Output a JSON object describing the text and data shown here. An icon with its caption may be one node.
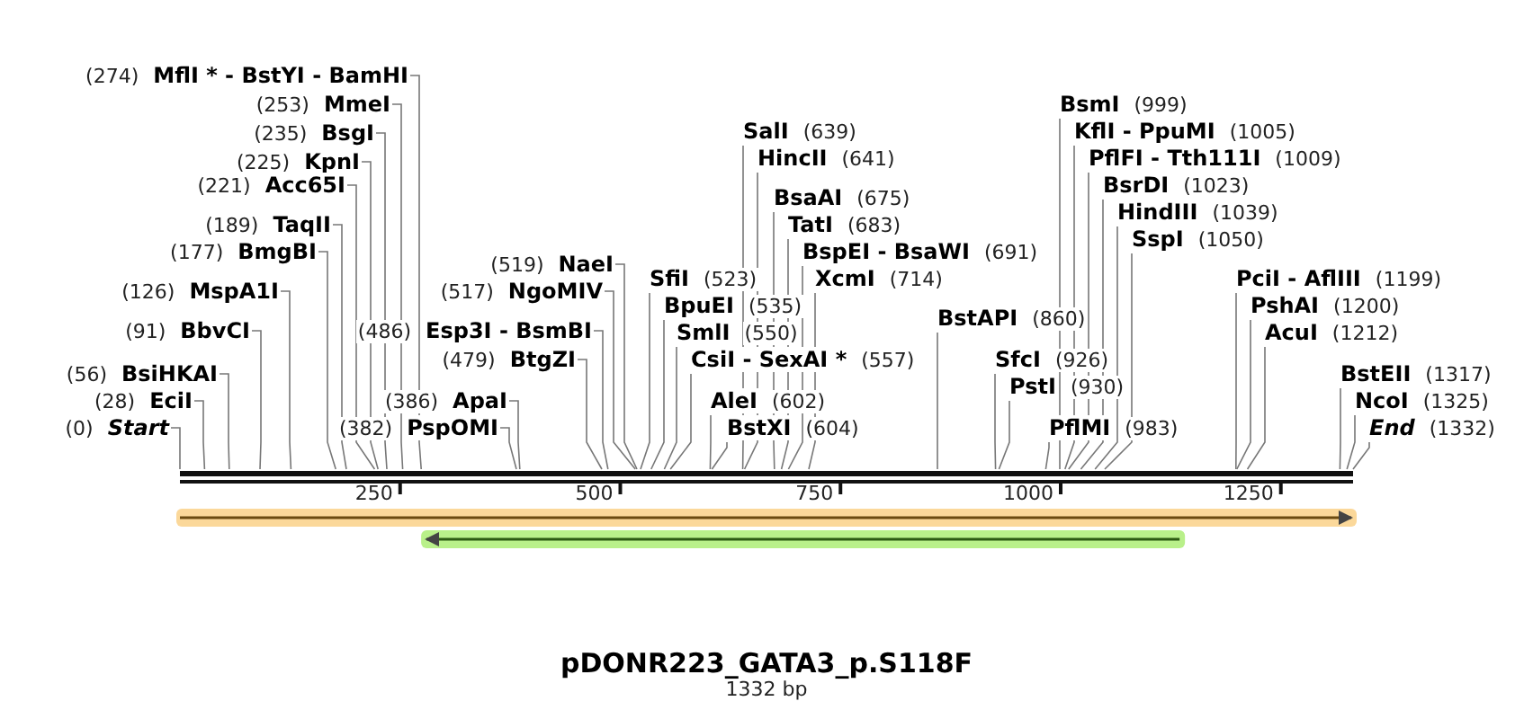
{
  "diagram": {
    "title": "pDONR223_GATA3_p.S118F",
    "caption": "1332 bp",
    "nodes": [
      {
        "text": [
          "(274)",
          "MflI * - BstYI - BamHI"
        ]
      },
      {
        "text": [
          "(253)",
          "MmeI"
        ]
      },
      {
        "text": [
          "(235)",
          "BsgI"
        ]
      },
      {
        "text": [
          "(225)",
          "KpnI"
        ]
      },
      {
        "text": [
          "(221)",
          "Acc65I"
        ]
      },
      {
        "text": [
          "(189)",
          "TaqII"
        ]
      },
      {
        "text": [
          "(177)",
          "BmgBI"
        ]
      },
      {
        "text": [
          "(126)",
          "MspA1I"
        ]
      },
      {
        "text": [
          "(91)",
          "BbvCI"
        ]
      },
      {
        "text": [
          "(56)",
          "BsiHKAI"
        ]
      },
      {
        "text": [
          "(28)",
          "EciI"
        ]
      },
      {
        "text": [
          "(0)",
          "Start"
        ]
      },
      {
        "text": [
          "(486)",
          "Esp3I - BsmBI"
        ]
      },
      {
        "text": [
          "(479)",
          "BtgZI"
        ]
      },
      {
        "text": [
          "(386)",
          "ApaI"
        ]
      },
      {
        "text": [
          "(382)",
          "PspOMI"
        ]
      },
      {
        "text": [
          "(519)",
          "NaeI"
        ]
      },
      {
        "text": [
          "(517)",
          "NgoMIV"
        ]
      },
      {
        "text": [
          "SalI",
          "(639)"
        ]
      },
      {
        "text": [
          "HincII",
          "(641)"
        ]
      },
      {
        "text": [
          "BsaAI",
          "(675)"
        ]
      },
      {
        "text": [
          "TatI",
          "(683)"
        ]
      },
      {
        "text": [
          "BspEI - BsaWI",
          "(691)"
        ]
      },
      {
        "text": [
          "XcmI",
          "(714)"
        ]
      },
      {
        "text": [
          "SfiI",
          "(523)"
        ]
      },
      {
        "text": [
          "BpuEI",
          "(535)"
        ]
      },
      {
        "text": [
          "SmlI",
          "(550)"
        ]
      },
      {
        "text": [
          "CsiI - SexAI *",
          "(557)"
        ]
      },
      {
        "text": [
          "AleI",
          "(602)"
        ]
      },
      {
        "text": [
          "BstXI",
          "(604)"
        ]
      },
      {
        "text": [
          "BstAPI",
          "(860)"
        ]
      },
      {
        "text": [
          "SfcI",
          "(926)"
        ]
      },
      {
        "text": [
          "PstI",
          "(930)"
        ]
      },
      {
        "text": [
          "PflMI",
          "(983)"
        ]
      },
      {
        "text": [
          "BsmI",
          "(999)"
        ]
      },
      {
        "text": [
          "KflI - PpuMI",
          "(1005)"
        ]
      },
      {
        "text": [
          "PflFI - Tth111I",
          "(1009)"
        ]
      },
      {
        "text": [
          "BsrDI",
          "(1023)"
        ]
      },
      {
        "text": [
          "HindIII",
          "(1039)"
        ]
      },
      {
        "text": [
          "SspI",
          "(1050)"
        ]
      },
      {
        "text": [
          "PciI - AflIII",
          "(1199)"
        ]
      },
      {
        "text": [
          "PshAI",
          "(1200)"
        ]
      },
      {
        "text": [
          "AcuI",
          "(1212)"
        ]
      },
      {
        "text": [
          "BstEII",
          "(1317)"
        ]
      },
      {
        "text": [
          "NcoI",
          "(1325)"
        ]
      },
      {
        "text": [
          "End",
          "(1332)"
        ]
      }
    ],
    "edges": [
      {
        "from": 0,
        "to": null,
        "arrow": "none"
      },
      {
        "from": 1,
        "to": null,
        "arrow": "none"
      },
      {
        "from": 2,
        "to": null,
        "arrow": "none"
      },
      {
        "from": 3,
        "to": null,
        "arrow": "none"
      },
      {
        "from": 4,
        "to": null,
        "arrow": "none"
      },
      {
        "from": 5,
        "to": null,
        "arrow": "none"
      },
      {
        "from": 6,
        "to": null,
        "arrow": "none"
      },
      {
        "from": 7,
        "to": null,
        "arrow": "none"
      },
      {
        "from": 8,
        "to": null,
        "arrow": "none"
      },
      {
        "from": 9,
        "to": null,
        "arrow": "none"
      },
      {
        "from": 10,
        "to": null,
        "arrow": "none"
      },
      {
        "from": 11,
        "to": null,
        "arrow": "none"
      },
      {
        "from": 12,
        "to": null,
        "arrow": "none"
      },
      {
        "from": 13,
        "to": null,
        "arrow": "none"
      },
      {
        "from": 14,
        "to": null,
        "arrow": "none"
      },
      {
        "from": 15,
        "to": null,
        "arrow": "none"
      },
      {
        "from": 16,
        "to": null,
        "arrow": "none"
      },
      {
        "from": 17,
        "to": null,
        "arrow": "none"
      },
      {
        "from": 18,
        "to": null,
        "arrow": "none"
      },
      {
        "from": 19,
        "to": null,
        "arrow": "none"
      },
      {
        "from": 20,
        "to": null,
        "arrow": "none"
      },
      {
        "from": 21,
        "to": null,
        "arrow": "none"
      },
      {
        "from": 22,
        "to": null,
        "arrow": "none"
      },
      {
        "from": 23,
        "to": null,
        "arrow": "none"
      },
      {
        "from": 24,
        "to": null,
        "arrow": "none"
      },
      {
        "from": 25,
        "to": null,
        "arrow": "none"
      },
      {
        "from": 26,
        "to": null,
        "arrow": "none"
      },
      {
        "from": 27,
        "to": null,
        "arrow": "none"
      },
      {
        "from": 28,
        "to": null,
        "arrow": "none"
      },
      {
        "from": 29,
        "to": null,
        "arrow": "none"
      },
      {
        "from": 30,
        "to": null,
        "arrow": "none"
      },
      {
        "from": 31,
        "to": null,
        "arrow": "none"
      },
      {
        "from": 32,
        "to": null,
        "arrow": "none"
      },
      {
        "from": 33,
        "to": null,
        "arrow": "none"
      },
      {
        "from": 34,
        "to": null,
        "arrow": "none"
      },
      {
        "from": 35,
        "to": null,
        "arrow": "none"
      },
      {
        "from": 36,
        "to": null,
        "arrow": "none"
      },
      {
        "from": 37,
        "to": null,
        "arrow": "none"
      },
      {
        "from": 38,
        "to": null,
        "arrow": "none"
      },
      {
        "from": 39,
        "to": null,
        "arrow": "none"
      },
      {
        "from": 40,
        "to": null,
        "arrow": "none"
      },
      {
        "from": 41,
        "to": null,
        "arrow": "none"
      },
      {
        "from": 42,
        "to": null,
        "arrow": "none"
      },
      {
        "from": 43,
        "to": null,
        "arrow": "none"
      },
      {
        "from": 44,
        "to": null,
        "arrow": "none"
      },
      {
        "from": 45,
        "to": null,
        "arrow": "none"
      }
    ],
    "labels": [
      "250",
      "500",
      "750",
      "1000",
      "1250"
    ]
  }
}
